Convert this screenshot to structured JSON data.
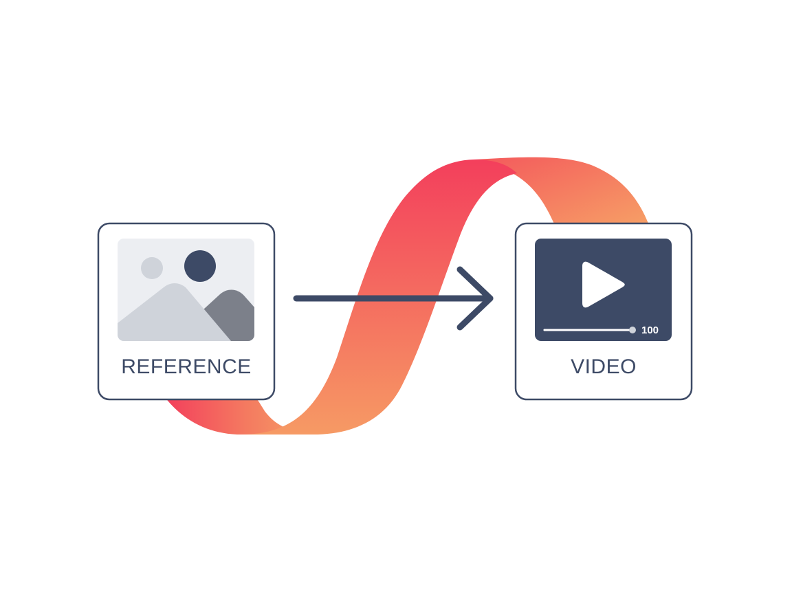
{
  "reference_card": {
    "label": "REFERENCE",
    "icon": "image-placeholder-icon"
  },
  "video_card": {
    "label": "VIDEO",
    "icon": "video-player-icon",
    "progress_value": "100",
    "progress_fraction": 1.0
  },
  "colors": {
    "ribbon_start": "#f33f5c",
    "ribbon_end": "#f6a066",
    "card_border": "#3d4a66",
    "arrow": "#3d4a66",
    "video_screen": "#3d4a66",
    "image_bg": "#eceef2",
    "mountain_light": "#cfd3da",
    "mountain_dark": "#7c808a",
    "sun_dark": "#3d4a66",
    "sun_light": "#cfd3da"
  }
}
